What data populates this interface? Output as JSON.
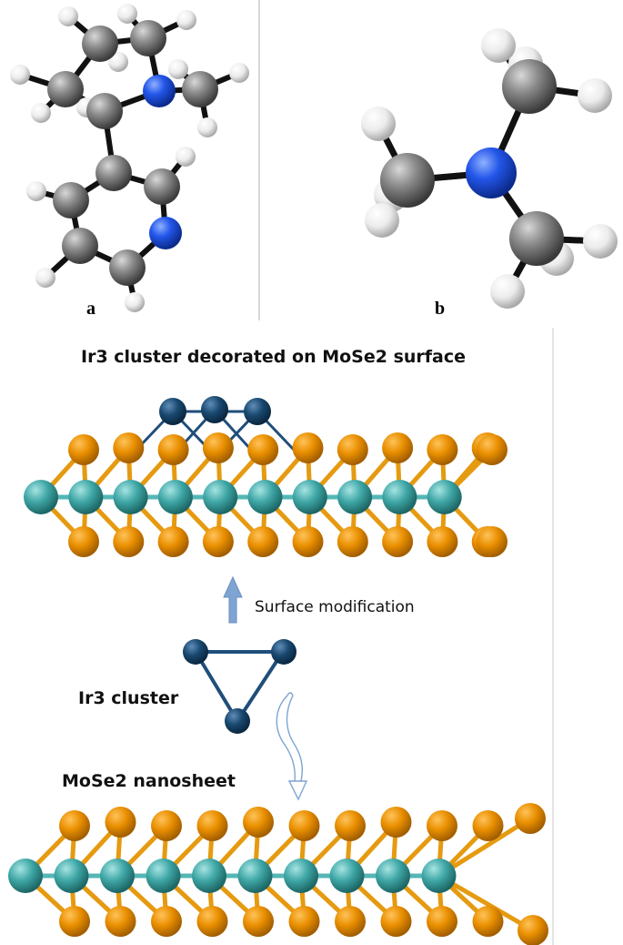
{
  "panel_labels": {
    "a": "a",
    "b": "b"
  },
  "titles": {
    "decorated": "Ir3 cluster decorated on MoSe2 surface",
    "surface_modification": "Surface modification",
    "cluster": "Ir3 cluster",
    "nanosheet": "MoSe2 nanosheet"
  },
  "colors": {
    "carbon": "#6e6e6e",
    "nitrogen": "#1f4fe0",
    "hydrogen": "#e9e9e9",
    "selenium": "#e08a00",
    "molybdenum": "#3ea9a8",
    "iridium": "#16476e",
    "bond_dark": "#111111",
    "bond_se": "#e59a10",
    "bond_mo": "#55b7b5",
    "bond_ir": "#1f4e7a",
    "arrow_blue": "#7fa4d3",
    "divider": "#bdbdbd"
  }
}
